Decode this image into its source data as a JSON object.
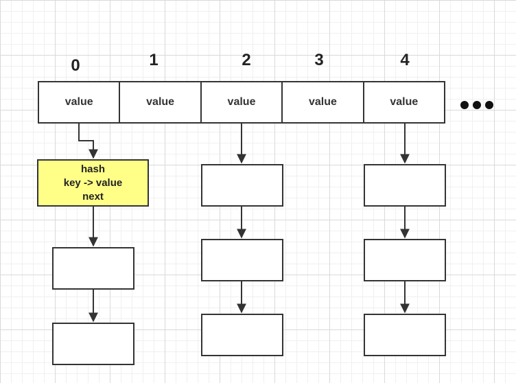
{
  "indices": [
    "0",
    "1",
    "2",
    "3",
    "4"
  ],
  "buckets": [
    "value",
    "value",
    "value",
    "value",
    "value"
  ],
  "node_fields": {
    "hash": "hash",
    "entry": "key -> value",
    "next": "next"
  },
  "colors": {
    "highlight": "#ffff88",
    "border": "#333333"
  }
}
